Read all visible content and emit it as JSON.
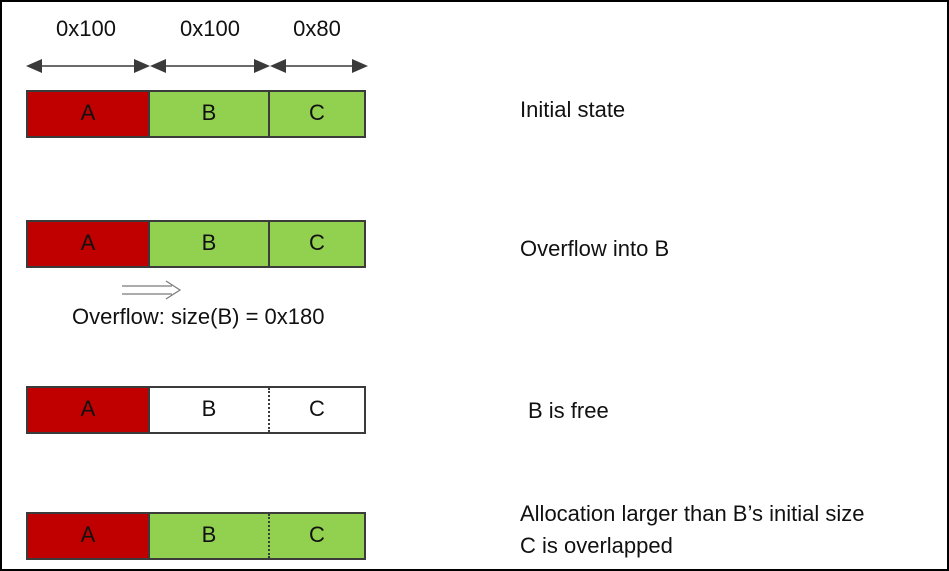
{
  "sizes": [
    "0x100",
    "0x100",
    "0x80"
  ],
  "colors": {
    "red": "#c00000",
    "green": "#92d050",
    "free": "#ffffff",
    "border": "#3b3b3b"
  },
  "rows": [
    {
      "cells": [
        {
          "label": "A",
          "fill": "red"
        },
        {
          "label": "B",
          "fill": "green"
        },
        {
          "label": "C",
          "fill": "green"
        }
      ],
      "divider": "solid",
      "description": [
        "Initial state"
      ]
    },
    {
      "cells": [
        {
          "label": "A",
          "fill": "red"
        },
        {
          "label": "B",
          "fill": "green"
        },
        {
          "label": "C",
          "fill": "green"
        }
      ],
      "divider": "solid",
      "description": [
        "Overflow into B"
      ]
    },
    {
      "cells": [
        {
          "label": "A",
          "fill": "red"
        },
        {
          "label": "B",
          "fill": "free"
        },
        {
          "label": "C",
          "fill": "free"
        }
      ],
      "divider": "dotted",
      "description": [
        "B is free"
      ]
    },
    {
      "cells": [
        {
          "label": "A",
          "fill": "red"
        },
        {
          "label": "B",
          "fill": "green"
        },
        {
          "label": "C",
          "fill": "green"
        }
      ],
      "divider": "dotted",
      "description": [
        "Allocation larger than B’s initial size",
        "C is overlapped"
      ]
    }
  ],
  "overflow_caption": "Overflow: size(B) = 0x180"
}
